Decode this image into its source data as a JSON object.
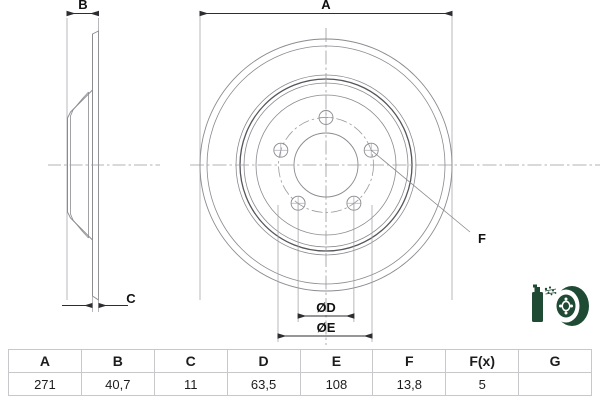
{
  "drawing": {
    "title": "Brake disc technical drawing",
    "dimension_labels": {
      "a": "A",
      "b": "B",
      "c": "C",
      "d": "ØD",
      "e": "ØE",
      "f": "F"
    },
    "views": {
      "side_view_name": "section-side-view",
      "front_view_name": "front-circular-view"
    },
    "bolt_hole_count": 5,
    "colors": {
      "line": "#8a8a90",
      "line_dark": "#555558",
      "centerline": "#9a9aa0",
      "dimension": "#3a3a3e",
      "text": "#111111",
      "coating_icon": "#1f4a33",
      "table_border": "#c8c8cc"
    }
  },
  "coating_icon": {
    "name": "spray-coating-icon",
    "label": "Coated brake disc"
  },
  "spec_table": {
    "headers": [
      "A",
      "B",
      "C",
      "D",
      "E",
      "F",
      "F(x)",
      "G"
    ],
    "values": [
      "271",
      "40,7",
      "11",
      "63,5",
      "108",
      "13,8",
      "5",
      ""
    ]
  }
}
